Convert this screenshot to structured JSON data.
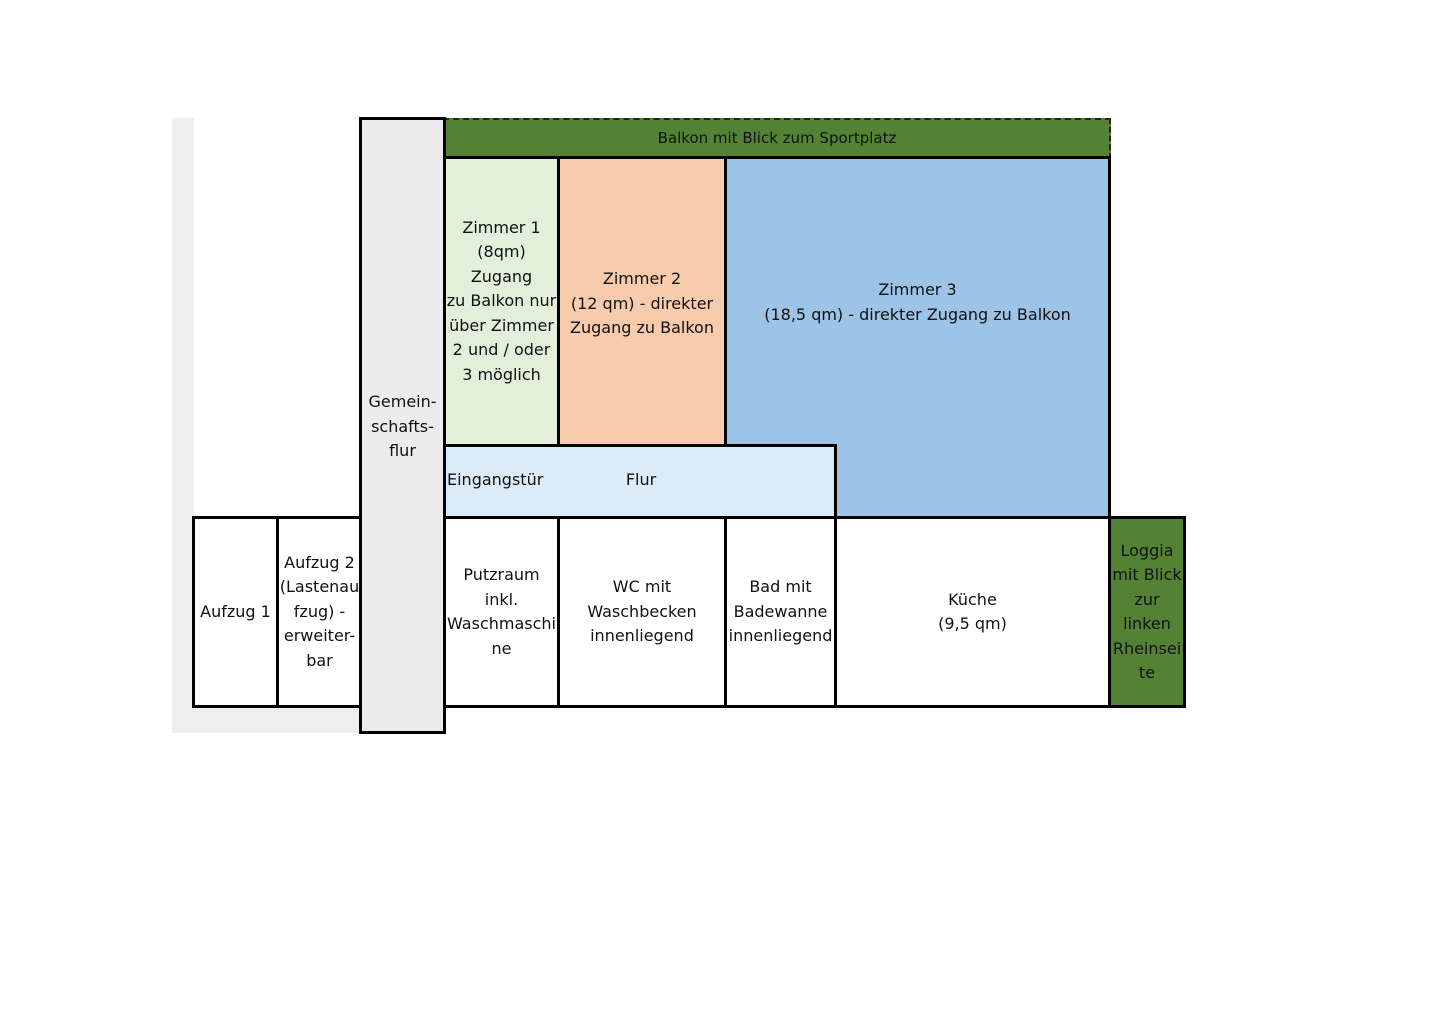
{
  "floorplan": {
    "colors": {
      "balcony_green": "#548235",
      "zimmer1": "#e2efda",
      "zimmer2": "#f8cbad",
      "zimmer3": "#9dc3e6",
      "flur": "#ddebf7",
      "corridor_gray": "#ececec",
      "outline": "#000000"
    },
    "rooms": {
      "balkon": "Balkon mit Blick zum Sportplatz",
      "zimmer1": "Zimmer 1\n(8qm) Zugang\nzu Balkon nur\nüber Zimmer\n2 und / oder\n3 möglich",
      "zimmer2": "Zimmer 2\n(12 qm) - direkter\nZugang zu Balkon",
      "zimmer3": "Zimmer 3\n(18,5 qm) - direkter Zugang zu Balkon",
      "gemeinschaftsflur": "Gemein-\nschafts-\nflur",
      "eingangstuer": "Eingangstür",
      "flur": "Flur",
      "aufzug1": "Aufzug 1",
      "aufzug2": "Aufzug 2\n(Lastenau\nfzug) -\nerweiter-\nbar",
      "putzraum": "Putzraum\ninkl.\nWaschmaschi\nne",
      "wc": "WC mit\nWaschbecken\ninnenliegend",
      "bad": "Bad mit\nBadewanne\ninnenliegend",
      "kueche": "Küche\n(9,5 qm)",
      "loggia": "Loggia\nmit Blick\nzur\nlinken\nRheinsei\nte"
    }
  }
}
